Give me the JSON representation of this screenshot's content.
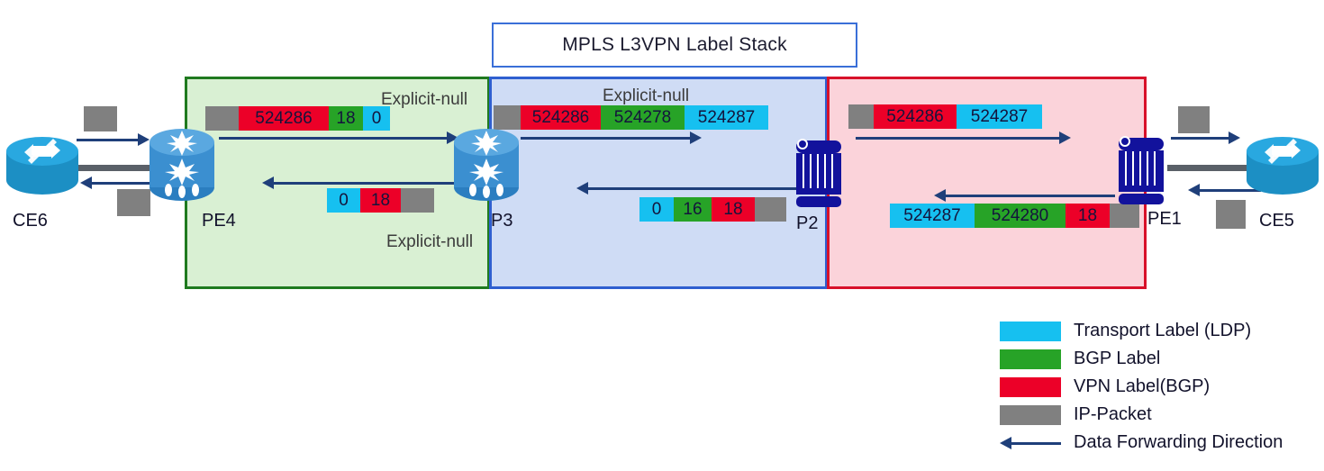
{
  "title": {
    "text": "MPLS L3VPN Label Stack"
  },
  "colors": {
    "transport_label": "#16c0f0",
    "bgp_label": "#27a327",
    "vpn_label": "#ec0028",
    "ip_packet": "#808080",
    "arrow": "#1f3f7a",
    "region_green_fill": "#d9f0d3",
    "region_green_border": "#1f7a1f",
    "region_blue_fill": "#cfdcf5",
    "region_blue_border": "#2f5fd0",
    "region_pink_fill": "#fbd3da",
    "region_pink_border": "#d8112a"
  },
  "nodes": [
    {
      "id": "ce6",
      "label": "CE6",
      "type": "ce-router"
    },
    {
      "id": "pe4",
      "label": "PE4",
      "type": "pe-switch"
    },
    {
      "id": "p3",
      "label": "P3",
      "type": "pe-switch"
    },
    {
      "id": "p2",
      "label": "P2",
      "type": "p-router"
    },
    {
      "id": "pe1",
      "label": "PE1",
      "type": "p-router"
    },
    {
      "id": "ce5",
      "label": "CE5",
      "type": "ce-router"
    }
  ],
  "annotations": {
    "green_top": "Explicit-null",
    "green_bottom": "Explicit-null",
    "blue_top": "Explicit-null"
  },
  "stacks": {
    "green_forward": [
      {
        "kind": "ip-packet",
        "text": "",
        "width": 37
      },
      {
        "kind": "vpn-label",
        "text": "524286",
        "width": 100
      },
      {
        "kind": "bgp-label",
        "text": "18",
        "width": 38
      },
      {
        "kind": "transport-label",
        "text": "0",
        "width": 30
      }
    ],
    "green_return": [
      {
        "kind": "transport-label",
        "text": "0",
        "width": 37
      },
      {
        "kind": "vpn-label",
        "text": "18",
        "width": 45
      },
      {
        "kind": "ip-packet",
        "text": "",
        "width": 37
      }
    ],
    "blue_forward": [
      {
        "kind": "ip-packet",
        "text": "",
        "width": 30
      },
      {
        "kind": "vpn-label",
        "text": "524286",
        "width": 89
      },
      {
        "kind": "bgp-label",
        "text": "524278",
        "width": 93
      },
      {
        "kind": "transport-label",
        "text": "524287",
        "width": 93
      }
    ],
    "blue_return": [
      {
        "kind": "transport-label",
        "text": "0",
        "width": 38
      },
      {
        "kind": "bgp-label",
        "text": "16",
        "width": 42
      },
      {
        "kind": "vpn-label",
        "text": "18",
        "width": 48
      },
      {
        "kind": "ip-packet",
        "text": "",
        "width": 35
      }
    ],
    "pink_forward": [
      {
        "kind": "ip-packet",
        "text": "",
        "width": 28
      },
      {
        "kind": "vpn-label",
        "text": "524286",
        "width": 92
      },
      {
        "kind": "transport-label",
        "text": "524287",
        "width": 95
      }
    ],
    "pink_return": [
      {
        "kind": "transport-label",
        "text": "524287",
        "width": 94
      },
      {
        "kind": "bgp-label",
        "text": "524280",
        "width": 101
      },
      {
        "kind": "vpn-label",
        "text": "18",
        "width": 49
      },
      {
        "kind": "ip-packet",
        "text": "",
        "width": 33
      }
    ]
  },
  "legend": {
    "items": [
      {
        "swatch": "cyan",
        "label": "Transport Label (LDP)"
      },
      {
        "swatch": "green",
        "label": "BGP Label"
      },
      {
        "swatch": "red",
        "label": "VPN Label(BGP)"
      },
      {
        "swatch": "gray",
        "label": "IP-Packet"
      },
      {
        "swatch": "arrow",
        "label": "Data Forwarding Direction"
      }
    ]
  }
}
